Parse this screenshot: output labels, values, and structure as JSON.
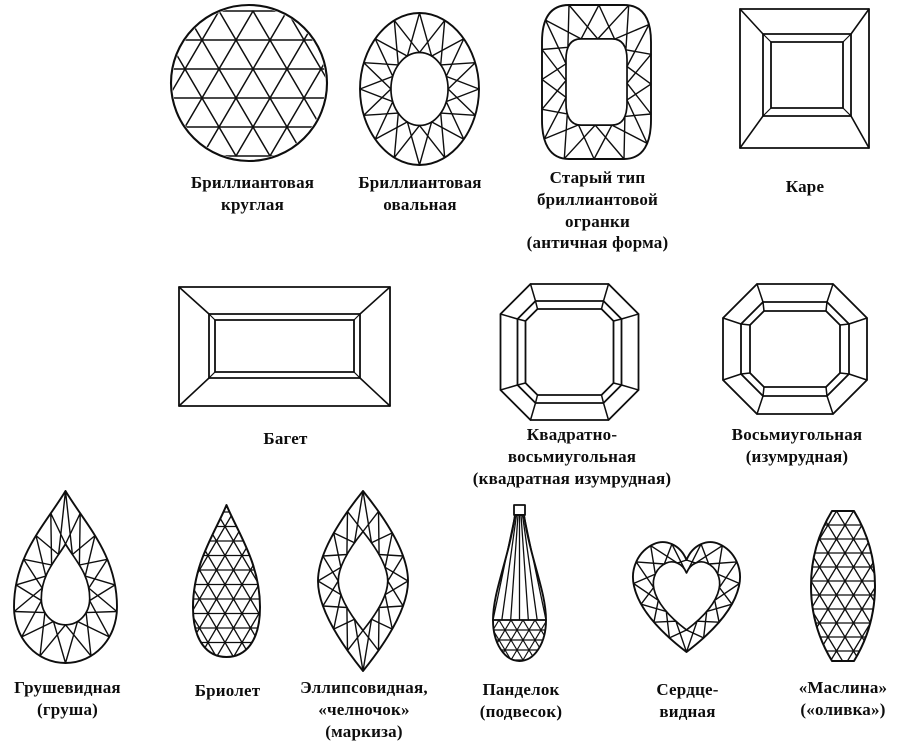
{
  "figure": {
    "description": "Types of gemstone cuts (line diagram)",
    "ink_color": "#0e0e0e",
    "background_color": "#ffffff"
  },
  "cuts": [
    {
      "id": "round-brilliant",
      "label": "Бриллиантовая\nкруглая"
    },
    {
      "id": "oval-brilliant",
      "label": "Бриллиантовая\nовальная"
    },
    {
      "id": "antique-cushion",
      "label": "Старый тип\nбриллиантовой\nогранки\n(античная форма)"
    },
    {
      "id": "carre",
      "label": "Каре"
    },
    {
      "id": "baguette",
      "label": "Багет"
    },
    {
      "id": "square-emerald",
      "label": "Квадратно-\nвосьмиугольная\n(квадратная изумрудная)"
    },
    {
      "id": "octagonal-emerald",
      "label": "Восьмиугольная\n(изумрудная)"
    },
    {
      "id": "pear",
      "label": "Грушевидная\n(груша)"
    },
    {
      "id": "briolette",
      "label": "Бриолет"
    },
    {
      "id": "marquise",
      "label": "Эллипсовидная,\n«челночок»\n(маркиза)"
    },
    {
      "id": "pendeloque",
      "label": "Панделок\n(подвесок)"
    },
    {
      "id": "heart",
      "label": "Сердце-\nвидная"
    },
    {
      "id": "olive",
      "label": "«Маслина»\n(«оливка»)"
    }
  ]
}
